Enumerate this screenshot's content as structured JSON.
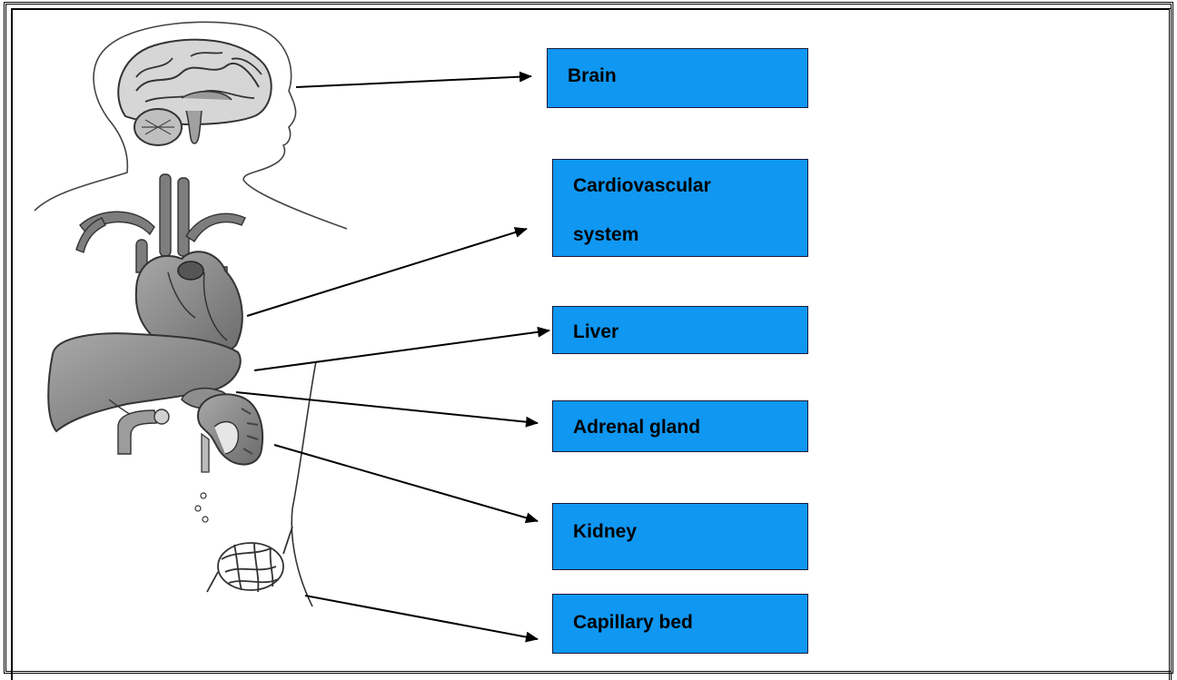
{
  "labels": {
    "brain": "Brain",
    "cardio_line1": "Cardiovascular",
    "cardio_line2": "system",
    "liver": "Liver",
    "adrenal": "Adrenal gland",
    "kidney": "Kidney",
    "capillary": "Capillary bed"
  },
  "colors": {
    "label_fill": "#0f97f2",
    "organ_fill": "#8a8a8a",
    "arrow": "#000000"
  }
}
